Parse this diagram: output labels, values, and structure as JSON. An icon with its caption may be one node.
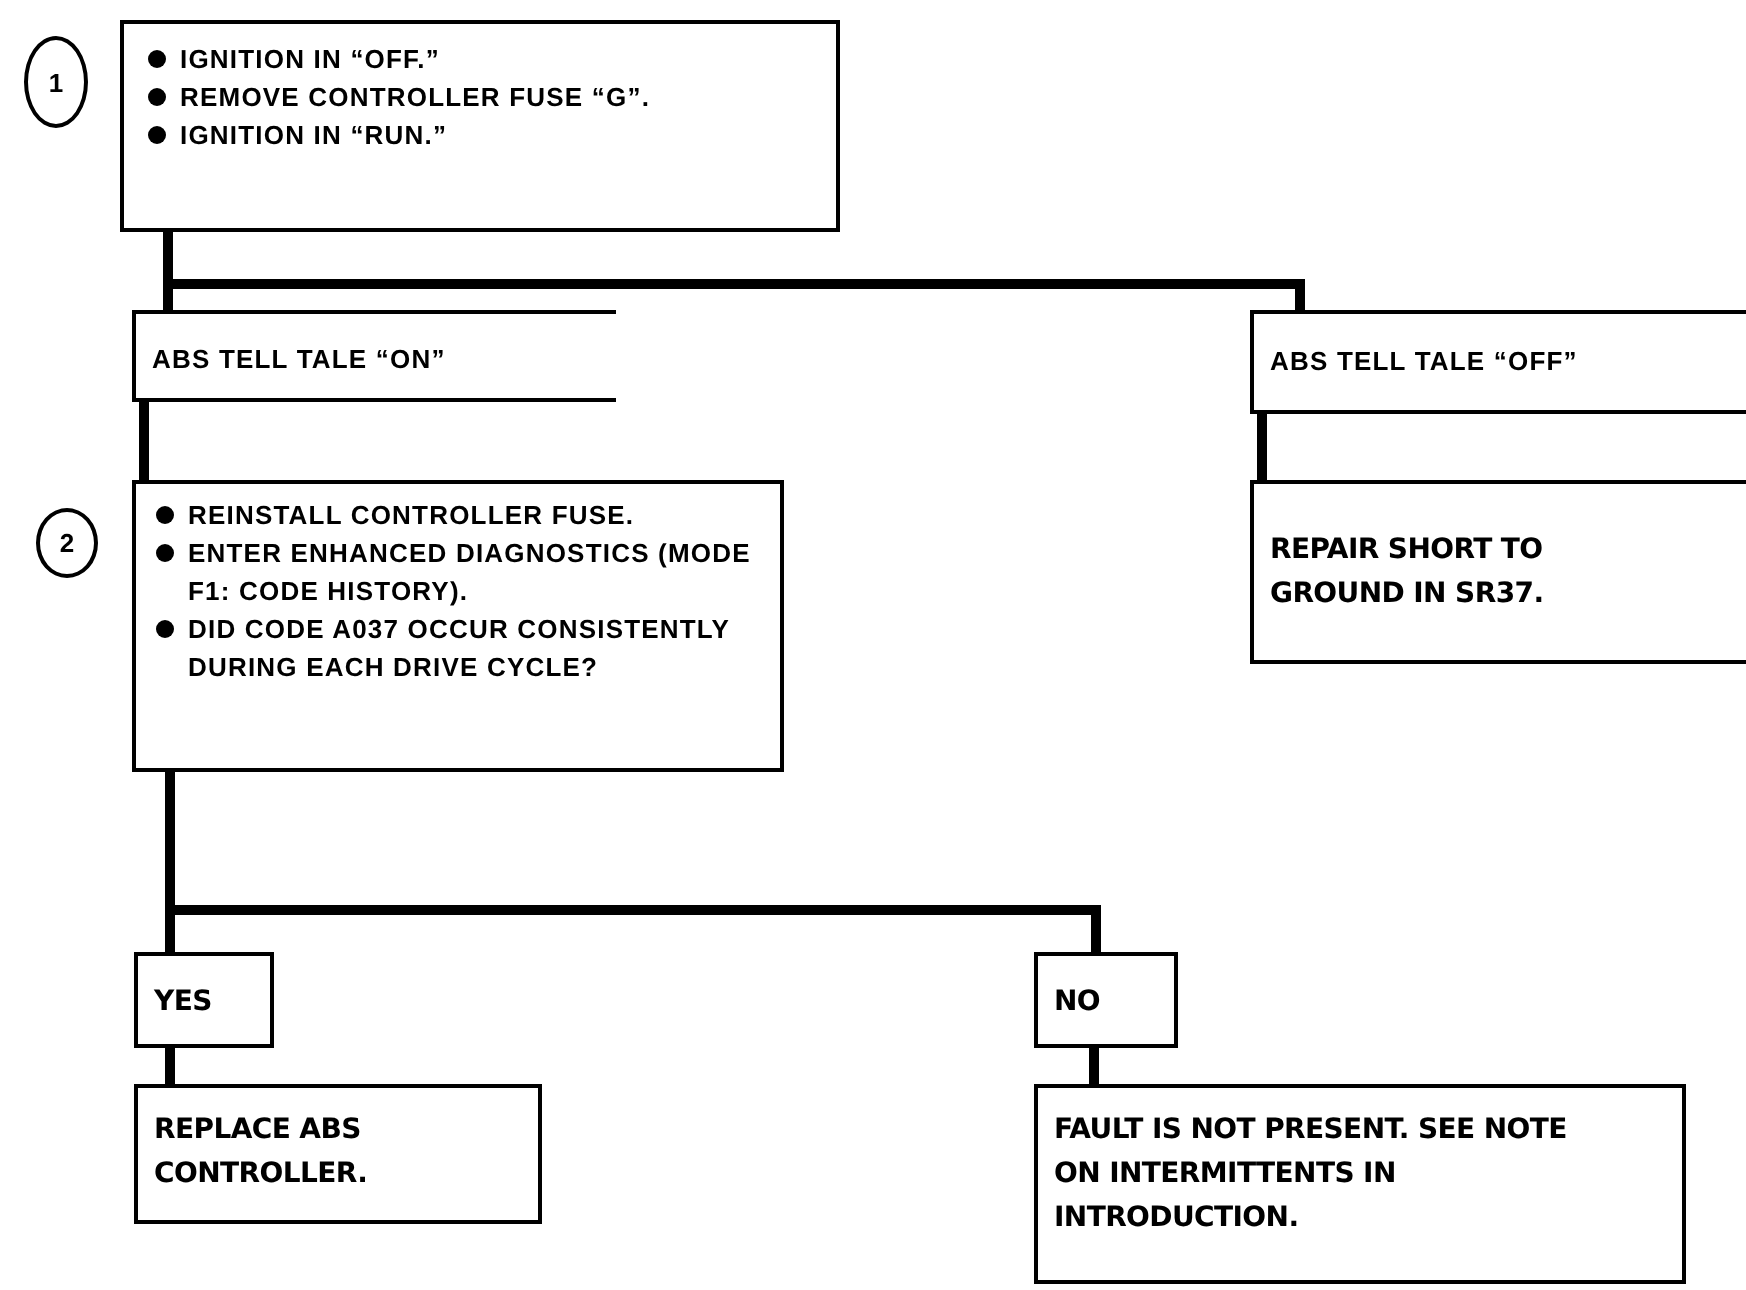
{
  "diagram": {
    "nodes": [
      {
        "text": [
          "IGNITION IN “OFF.”",
          "REMOVE CONTROLLER FUSE “G”.",
          "IGNITION IN “RUN.”"
        ],
        "beside": [
          "1"
        ]
      },
      {
        "text": [
          "ABS TELL TALE “ON”"
        ]
      },
      {
        "text": [
          "ABS TELL TALE “OFF”"
        ]
      },
      {
        "text": [
          "REINSTALL CONTROLLER FUSE.",
          "ENTER ENHANCED DIAGNOSTICS (MODE F1: CODE HISTORY).",
          "DID CODE A037 OCCUR CONSISTENTLY DURING EACH DRIVE CYCLE?"
        ],
        "beside": [
          "2"
        ]
      },
      {
        "text": [
          "REPAIR SHORT TO GROUND IN SR37."
        ]
      },
      {
        "text": [
          "YES"
        ]
      },
      {
        "text": [
          "NO"
        ]
      },
      {
        "text": [
          "REPLACE ABS CONTROLLER."
        ]
      },
      {
        "text": [
          "FAULT IS NOT PRESENT. SEE NOTE ON INTERMITTENTS IN INTRODUCTION."
        ]
      }
    ],
    "edges": [
      {
        "from": 0,
        "to": 1,
        "arrow": "none"
      },
      {
        "from": 0,
        "to": 2,
        "arrow": "none"
      },
      {
        "from": 1,
        "to": 3,
        "arrow": "none"
      },
      {
        "from": 2,
        "to": 4,
        "arrow": "none"
      },
      {
        "from": 3,
        "to": 5,
        "arrow": "none"
      },
      {
        "from": 3,
        "to": 6,
        "arrow": "none"
      },
      {
        "from": 5,
        "to": 7,
        "arrow": "none"
      },
      {
        "from": 6,
        "to": 8,
        "arrow": "none"
      }
    ]
  }
}
